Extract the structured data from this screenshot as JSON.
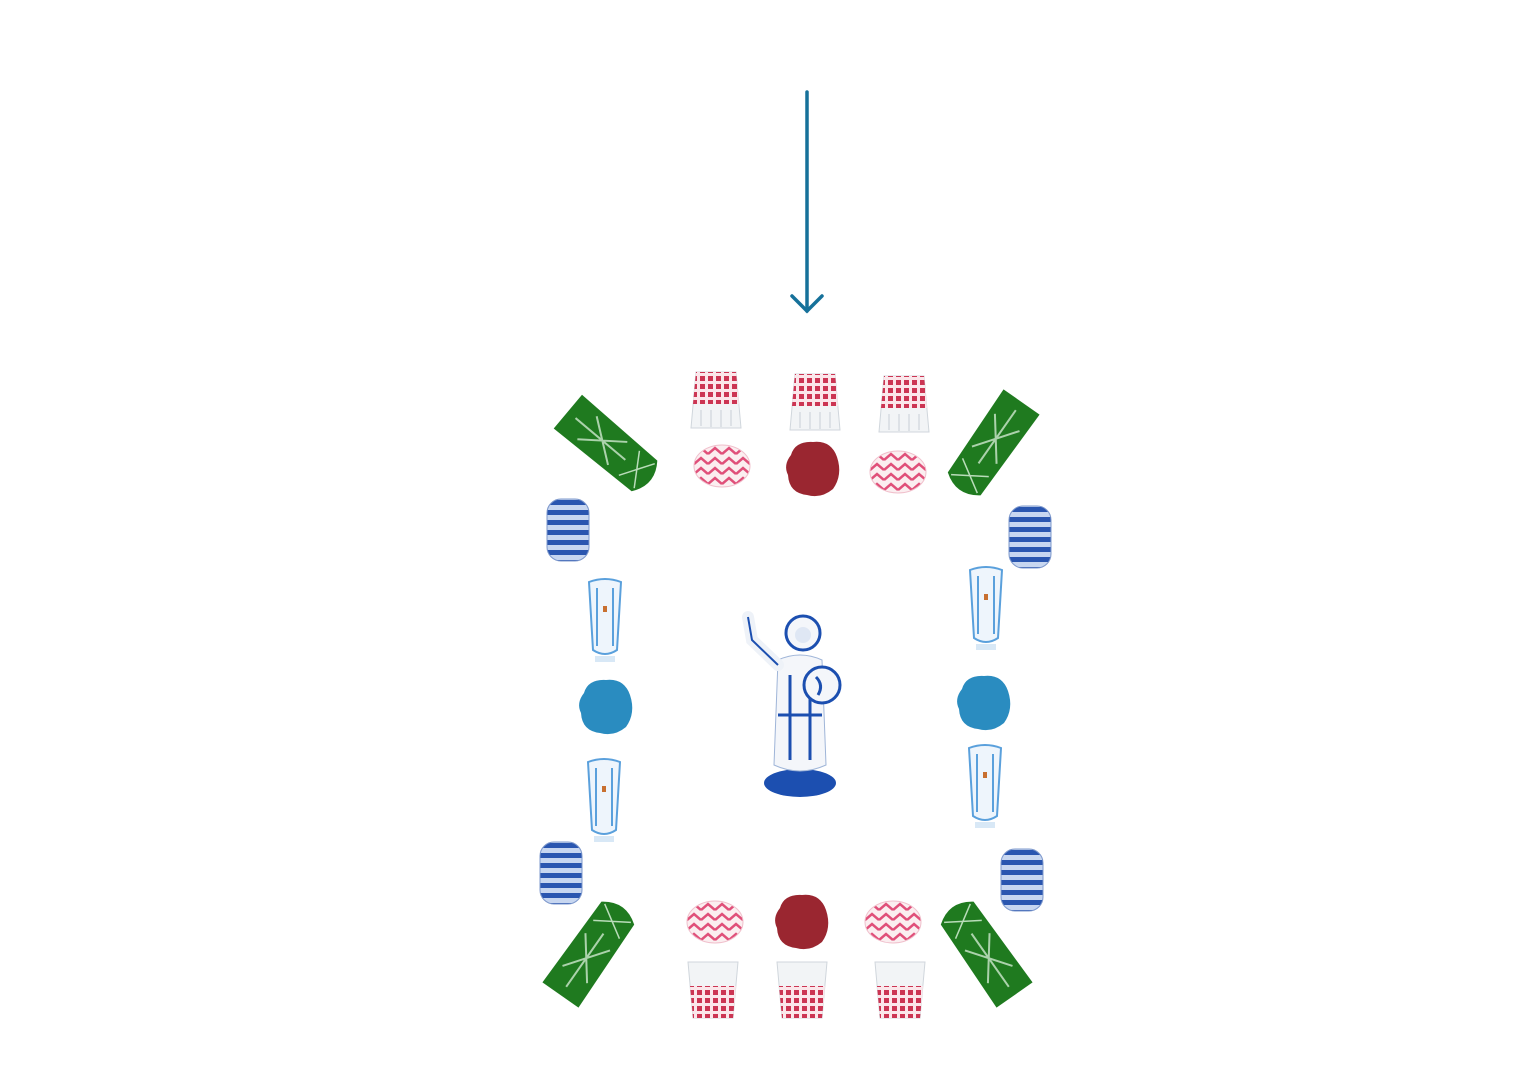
{
  "scene": {
    "arrow": {
      "icon": "arrow-down-icon",
      "color": "#16719a"
    },
    "colors": {
      "red_glass": "#c8324f",
      "red_sponge": "#9a2630",
      "green_vase": "#1f7a1f",
      "blue_barrel": "#2a56b0",
      "blue_vase": "#5aa0dc",
      "blue_sponge": "#2a8cc0",
      "figure_blue": "#1c4fb0"
    },
    "objects": [
      "red-checked-glass",
      "red-pattern-egg",
      "red-sponge",
      "green-cut-glass-vase",
      "blue-striped-barrel",
      "blue-crystal-vase",
      "blue-sponge",
      "porcelain-cosmonaut-figurine"
    ]
  }
}
